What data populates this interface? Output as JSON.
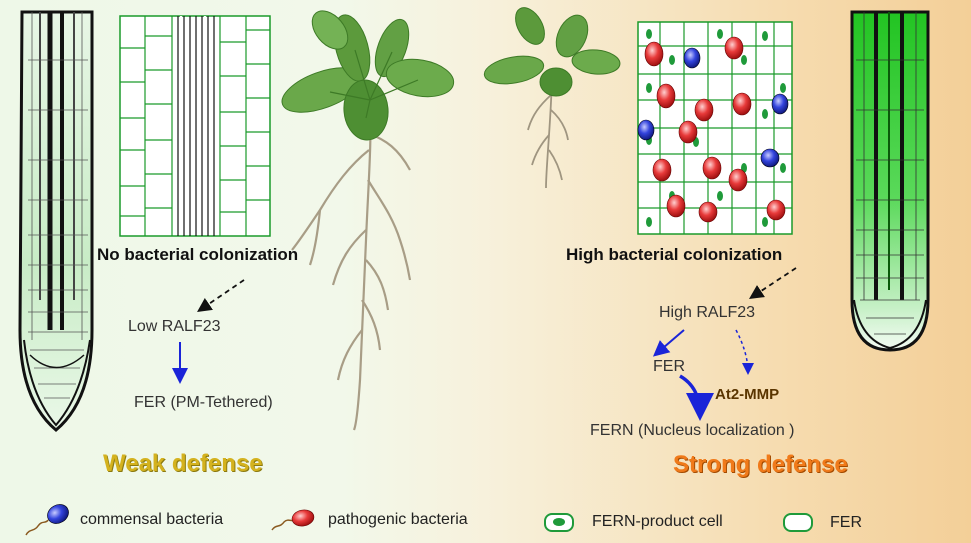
{
  "left_panel": {
    "colonization_label": "No bacterial colonization",
    "ralf_label": "Low RALF23",
    "fer_label": "FER (PM-Tethered)",
    "defense_label": "Weak defense"
  },
  "right_panel": {
    "colonization_label": "High bacterial colonization",
    "ralf_label": "High RALF23",
    "fer_label": "FER",
    "mmp_label": "At2-MMP",
    "fern_label": "FERN (Nucleus localization )",
    "defense_label": "Strong defense"
  },
  "legend": {
    "commensal": "commensal bacteria",
    "pathogenic": "pathogenic bacteria",
    "fern_cell": "FERN-product cell",
    "fer": "FER"
  },
  "colors": {
    "commensal": "#2f3fd6",
    "pathogenic": "#e23a3a",
    "fer_green": "#22aa33",
    "arrow_blue": "#1a24d8",
    "weak": "#d4b21e",
    "strong": "#f07a1a"
  }
}
